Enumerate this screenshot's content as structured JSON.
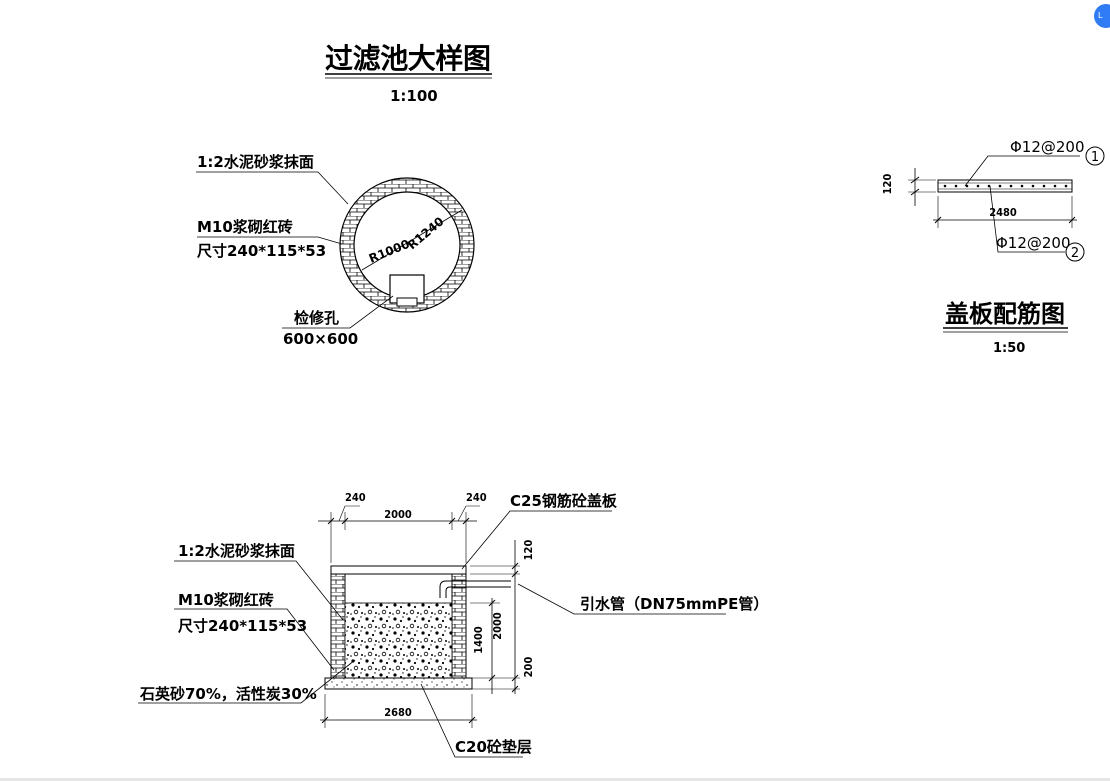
{
  "plan": {
    "title": "过滤池大样图",
    "scale": "1:100",
    "label_finish": "1:2水泥砂浆抹面",
    "label_brick_1": "M10浆砌红砖",
    "label_brick_2": "尺寸240*115*53",
    "radius_inner": "R1000",
    "radius_outer": "R1240",
    "label_hatch_1": "检修孔",
    "label_hatch_2": "600×600"
  },
  "slab": {
    "title": "盖板配筋图",
    "scale": "1:50",
    "thickness": "120",
    "width": "2480",
    "rebar_top": "Φ12@200",
    "rebar_top_no": "1",
    "rebar_bottom": "Φ12@200",
    "rebar_bottom_no": "2"
  },
  "section": {
    "dim_left_wall": "240",
    "dim_inner": "2000",
    "dim_right_wall": "240",
    "label_cover": "C25钢筋砼盖板",
    "label_finish": "1:2水泥砂浆抹面",
    "label_brick_1": "M10浆砌红砖",
    "label_brick_2": "尺寸240*115*53",
    "label_fill": "石英砂70%，活性炭30%",
    "label_pipe": "引水管（DN75mmPE管）",
    "dim_top": "120",
    "dim_height": "2000",
    "dim_fill": "1400",
    "dim_base": "200",
    "dim_total": "2680",
    "label_base": "C20砼垫层"
  },
  "corner_badge": "L"
}
